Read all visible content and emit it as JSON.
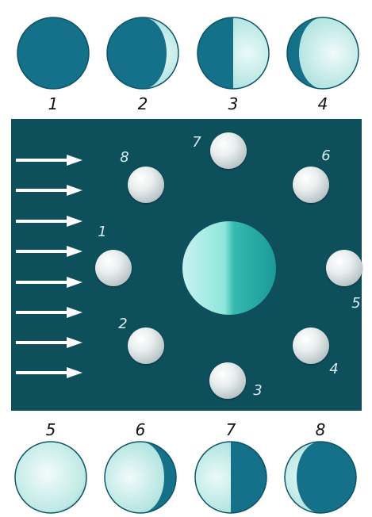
{
  "top_phase_numbers": [
    "1",
    "2",
    "3",
    "4"
  ],
  "bottom_phase_numbers": [
    "5",
    "6",
    "7",
    "8"
  ],
  "orbit_labels": [
    "1",
    "2",
    "3",
    "4",
    "5",
    "6",
    "7",
    "8"
  ],
  "colors": {
    "panel": "#0e4f5c",
    "dark_moon": "#15718a",
    "lit_moon": "#d9f2f0",
    "arrow": "#ffffff",
    "earth_light": "#c8f2f0",
    "earth_dark": "#1b9a98"
  }
}
